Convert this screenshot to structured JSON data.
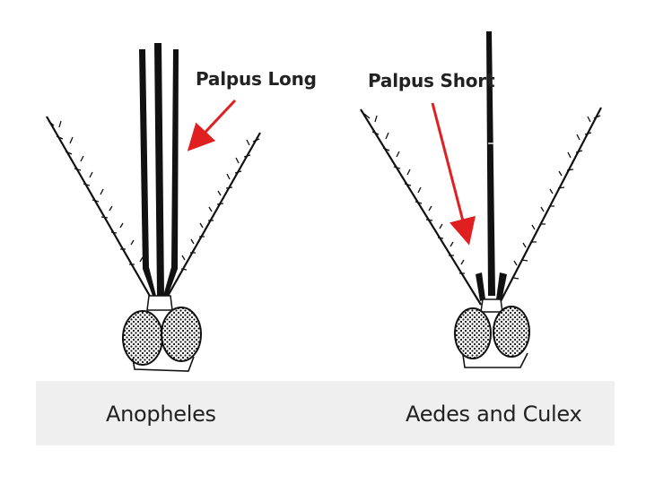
{
  "diagram": {
    "left_panel": {
      "callout_label": "Palpus Long",
      "caption": "Anopheles"
    },
    "right_panel": {
      "callout_label": "Palpus Short",
      "caption": "Aedes and Culex"
    },
    "colors": {
      "arrow": "#e02020",
      "ink": "#111111",
      "caption_background": "#efefef"
    }
  }
}
